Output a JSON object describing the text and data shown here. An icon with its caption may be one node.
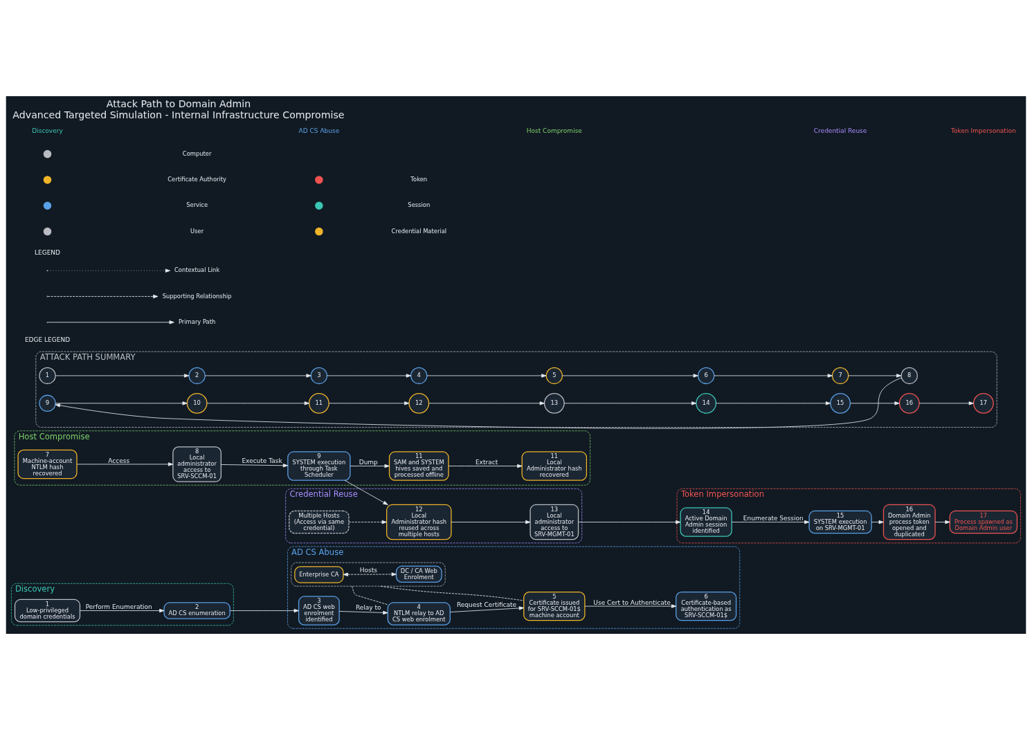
{
  "diagram": {
    "title": "Attack Path to Domain Admin",
    "caption": "Advanced Targeted Simulation - Internal Infrastructure Compromise",
    "nodes": [
      {
        "text": [
          "Discovery"
        ]
      },
      {
        "text": [
          "AD CS Abuse"
        ]
      },
      {
        "text": [],
        "shape": "box",
        "in": 1
      },
      {
        "text": [
          "Enterprise CA"
        ],
        "in": 2
      },
      {
        "text": [
          "DC / CA Web Enrolment"
        ],
        "in": 2
      },
      {
        "text": [
          "Host Compromise"
        ]
      },
      {
        "text": [
          "Credential Reuse"
        ]
      },
      {
        "text": [
          "Token Impersonation"
        ]
      },
      {
        "text": [
          "1",
          "Low-privileged domain credentials"
        ],
        "in": 0
      },
      {
        "text": [
          "2",
          "AD CS enumeration"
        ],
        "in": 0
      },
      {
        "text": [
          "3",
          "AD CS web enrolment identified"
        ],
        "in": 1
      },
      {
        "text": [
          "4",
          "NTLM relay to AD CS web enrolment"
        ],
        "in": 1
      },
      {
        "text": [
          "5",
          "Certificate issued for SRV-SCCM-01$ machine account"
        ],
        "in": 1
      },
      {
        "text": [
          "6",
          "Certificate-based authentication as SRV-SCCM-01$"
        ],
        "in": 1
      },
      {
        "text": [
          "7",
          "Machine-account NTLM hash recovered"
        ],
        "in": 5
      },
      {
        "text": [
          "8",
          "Local administrator access to SRV-SCCM-01"
        ],
        "in": 5
      },
      {
        "text": [
          "9",
          "SYSTEM execution through Task Scheduler"
        ],
        "in": 5
      },
      {
        "text": [
          "11",
          "SAM and SYSTEM hives saved and processed offline"
        ],
        "in": 5
      },
      {
        "text": [
          "11",
          "Local Administrator hash recovered"
        ],
        "in": 5
      },
      {
        "text": [
          "12",
          "Local Administrator hash reused across multiple hosts"
        ],
        "in": 6
      },
      {
        "text": [
          "13",
          "Local administrator access to SRV-MGMT-01"
        ],
        "in": 6
      },
      {
        "text": [
          "Multiple Hosts (Access via same credential)"
        ],
        "in": 6
      },
      {
        "text": [
          "14",
          "Active Domain Admin session identified"
        ],
        "in": 7
      },
      {
        "text": [
          "15",
          "SYSTEM execution on SRV-MGMT-01"
        ],
        "in": 7
      },
      {
        "text": [
          "16",
          "Domain Admin process token opened and duplicated"
        ],
        "in": 7
      },
      {
        "text": [
          "17",
          "Process spawned as Domain Admin user"
        ],
        "in": 7
      },
      {
        "text": [
          "ATTACK PATH SUMMARY"
        ]
      },
      {
        "text": [
          "1"
        ],
        "in": 26
      },
      {
        "text": [
          "2"
        ],
        "in": 26
      },
      {
        "text": [
          "3"
        ],
        "in": 26
      },
      {
        "text": [
          "4"
        ],
        "in": 26
      },
      {
        "text": [
          "5"
        ],
        "in": 26
      },
      {
        "text": [
          "6"
        ],
        "in": 26
      },
      {
        "text": [
          "7"
        ],
        "in": 26
      },
      {
        "text": [
          "8"
        ],
        "in": 26
      },
      {
        "text": [
          "9"
        ],
        "in": 26
      },
      {
        "text": [
          "10"
        ],
        "in": 26
      },
      {
        "text": [
          "11"
        ],
        "in": 26
      },
      {
        "text": [
          "12"
        ],
        "in": 26
      },
      {
        "text": [
          "13"
        ],
        "in": 26
      },
      {
        "text": [
          "14"
        ],
        "in": 26
      },
      {
        "text": [
          "15"
        ],
        "in": 26
      },
      {
        "text": [
          "16"
        ],
        "in": 26
      },
      {
        "text": [
          "17"
        ],
        "in": 26
      }
    ],
    "edges": [
      {
        "from": 8,
        "to": 9,
        "arrow": "to",
        "label": "Perform Enumeration"
      },
      {
        "from": 9,
        "to": 10,
        "arrow": "to"
      },
      {
        "from": 10,
        "to": 11,
        "arrow": "to",
        "label": "Relay to"
      },
      {
        "from": 11,
        "to": 12,
        "arrow": "to",
        "label": "Request Certificate"
      },
      {
        "from": 12,
        "to": 13,
        "arrow": "to",
        "label": "Use Cert to Authenticate"
      },
      {
        "from": 3,
        "to": 4,
        "arrow": "both",
        "label": "Hosts",
        "style": "dashed"
      },
      {
        "from": 2,
        "to": 11,
        "arrow": "none",
        "style": "dashed"
      },
      {
        "from": 2,
        "to": 12,
        "arrow": "none",
        "style": "dashed"
      },
      {
        "from": 14,
        "to": 15,
        "arrow": "to",
        "label": "Access"
      },
      {
        "from": 15,
        "to": 16,
        "arrow": "to",
        "label": "Execute Task"
      },
      {
        "from": 16,
        "to": 19,
        "arrow": "to"
      },
      {
        "from": 19,
        "to": 20,
        "arrow": "to"
      },
      {
        "from": 20,
        "to": 22,
        "arrow": "to"
      },
      {
        "from": 16,
        "to": 17,
        "arrow": "to",
        "label": "Dump"
      },
      {
        "from": 17,
        "to": 18,
        "arrow": "to",
        "label": "Extract"
      },
      {
        "from": 21,
        "to": 19,
        "arrow": "to",
        "style": "dashed"
      },
      {
        "from": 22,
        "to": 23,
        "arrow": "to",
        "label": "Enumerate Session"
      },
      {
        "from": 23,
        "to": 24,
        "arrow": "to"
      },
      {
        "from": 24,
        "to": 25,
        "arrow": "to"
      },
      {
        "from": 27,
        "to": 28,
        "arrow": "to"
      },
      {
        "from": 28,
        "to": 29,
        "arrow": "to"
      },
      {
        "from": 29,
        "to": 30,
        "arrow": "to"
      },
      {
        "from": 30,
        "to": 31,
        "arrow": "to"
      },
      {
        "from": 31,
        "to": 32,
        "arrow": "to"
      },
      {
        "from": 32,
        "to": 33,
        "arrow": "to"
      },
      {
        "from": 33,
        "to": 34,
        "arrow": "to"
      },
      {
        "from": 34,
        "to": 35,
        "arrow": "to"
      },
      {
        "from": 35,
        "to": 36,
        "arrow": "to"
      },
      {
        "from": 36,
        "to": 37,
        "arrow": "to"
      },
      {
        "from": 37,
        "to": 38,
        "arrow": "to"
      },
      {
        "from": 38,
        "to": 39,
        "arrow": "to"
      },
      {
        "from": 39,
        "to": 40,
        "arrow": "to"
      },
      {
        "from": 40,
        "to": 41,
        "arrow": "to"
      },
      {
        "from": 41,
        "to": 42,
        "arrow": "to"
      },
      {
        "from": 42,
        "to": 43,
        "arrow": "to"
      }
    ],
    "labels": [
      "LEGEND",
      "EDGE LEGEND",
      "Discovery",
      "AD CS Abuse",
      "Host Compromise",
      "Credential Reuse",
      "Token Impersonation"
    ],
    "legend": [
      {
        "text": "User"
      },
      {
        "text": "Credential Material"
      },
      {
        "text": "Service"
      },
      {
        "text": "Session"
      },
      {
        "text": "Certificate Authority"
      },
      {
        "text": "Token"
      },
      {
        "text": "Computer"
      },
      {
        "text": "Primary Path"
      },
      {
        "text": "Supporting Relationship"
      },
      {
        "text": "Contextual Link"
      }
    ]
  }
}
